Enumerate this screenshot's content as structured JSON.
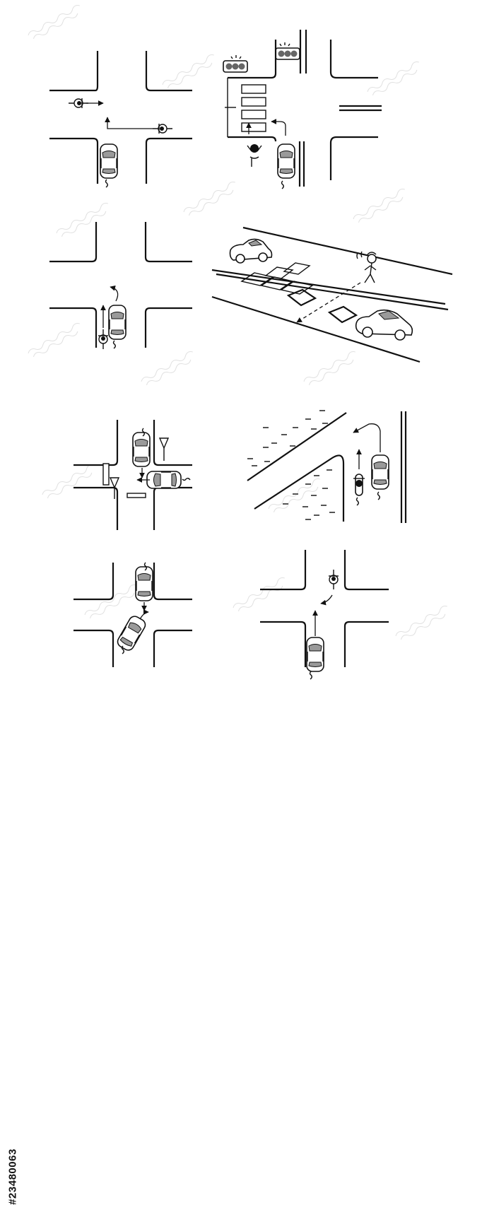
{
  "watermark": {
    "stock_id": "#23480063"
  },
  "colors": {
    "ink": "#111111",
    "glass": "#9a9a9a",
    "paper": "#ffffff",
    "watermark": "#c8c8c8"
  },
  "scenes": [
    {
      "name": "intersection-bicycles-crossing"
    },
    {
      "name": "signalized-crosswalk-right-turn-pedestrian"
    },
    {
      "name": "intersection-left-turn-bicycle"
    },
    {
      "name": "multi-lane-road-pedestrian-crossing"
    },
    {
      "name": "stop-sign-intersection-two-cars"
    },
    {
      "name": "side-road-left-turn-motorcycle"
    },
    {
      "name": "intersection-oncoming-turn"
    },
    {
      "name": "intersection-car-following-bicycle"
    }
  ]
}
